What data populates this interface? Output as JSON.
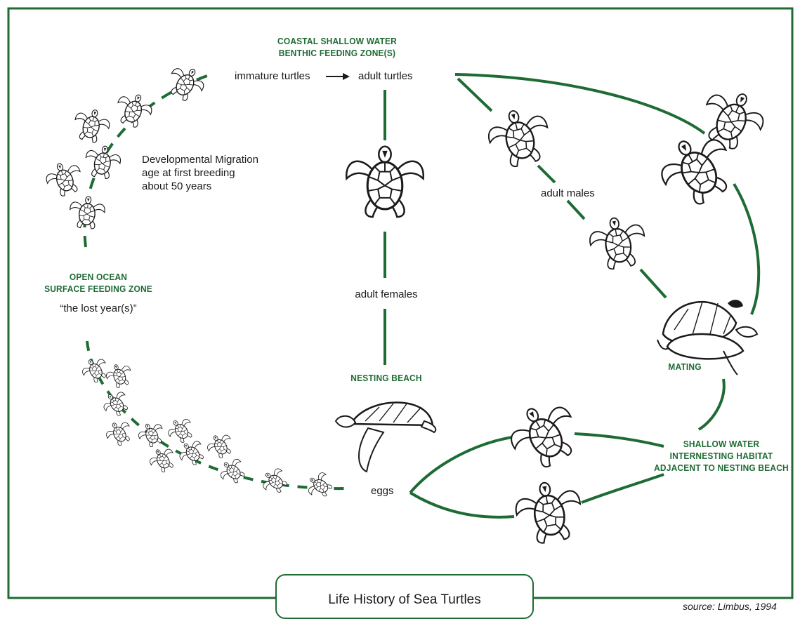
{
  "diagram": {
    "title": "Life History of Sea Turtles",
    "source": "source: Limbus, 1994",
    "accent_color": "#1e6b34",
    "zones": {
      "coastal_line1": "COASTAL SHALLOW WATER",
      "coastal_line2": "BENTHIC FEEDING ZONE(S)",
      "open_ocean_line1": "OPEN OCEAN",
      "open_ocean_line2": "SURFACE FEEDING ZONE",
      "nesting_beach": "NESTING BEACH",
      "mating": "MATING",
      "shallow_line1": "SHALLOW WATER",
      "shallow_line2": "INTERNESTING HABITAT",
      "shallow_line3": "ADJACENT TO NESTING BEACH"
    },
    "labels": {
      "immature_turtles": "immature turtles",
      "adult_turtles": "adult turtles",
      "dev_line1": "Developmental Migration",
      "dev_line2": "age at first breeding",
      "dev_line3": "about 50 years",
      "lost_years": "“the lost year(s)”",
      "adult_females": "adult females",
      "adult_males": "adult males",
      "eggs": "eggs"
    },
    "icons": [
      "sea-turtle-icon",
      "arrow-right-icon"
    ]
  }
}
